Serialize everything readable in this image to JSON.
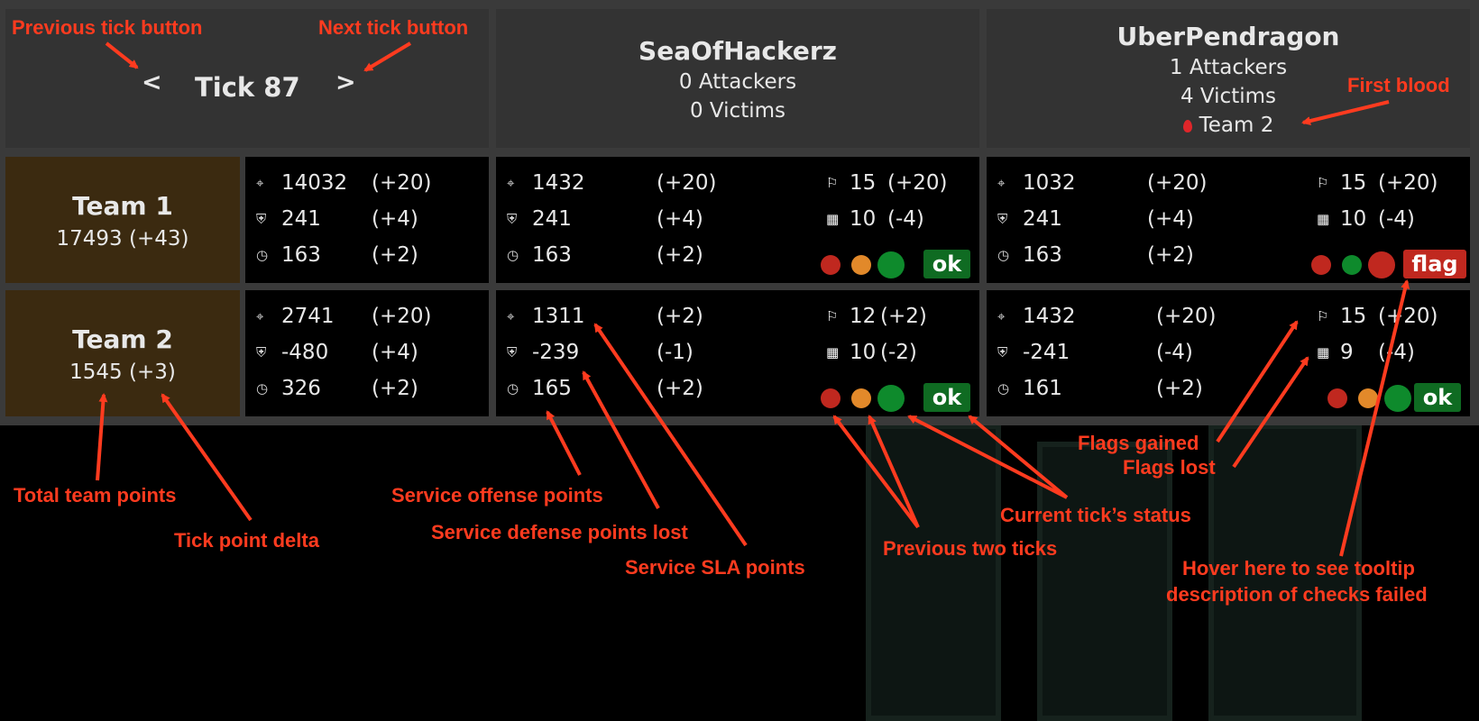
{
  "tick": {
    "prev_label": "<",
    "next_label": ">",
    "label": "Tick 87"
  },
  "services": [
    {
      "name": "SeaOfHackerz",
      "attackers": "0 Attackers",
      "victims": "0 Victims",
      "first_blood": ""
    },
    {
      "name": "UberPendragon",
      "attackers": "1 Attackers",
      "victims": "4 Victims",
      "first_blood": "Team 2"
    }
  ],
  "teams": [
    {
      "name": "Team 1",
      "score": "17493 (+43)",
      "totals": {
        "offense": "14032",
        "offense_delta": "(+20)",
        "defense": "241",
        "defense_delta": "(+4)",
        "sla": "163",
        "sla_delta": "(+2)"
      },
      "services": [
        {
          "offense": "1432",
          "offense_delta": "(+20)",
          "defense": "241",
          "defense_delta": "(+4)",
          "sla": "163",
          "sla_delta": "(+2)",
          "flags_gained": "15",
          "flags_gained_delta": "(+20)",
          "flags_lost": "10",
          "flags_lost_delta": "(-4)",
          "prev_ticks": [
            "red",
            "orange"
          ],
          "current": "green",
          "status": "ok"
        },
        {
          "offense": "1032",
          "offense_delta": "(+20)",
          "defense": "241",
          "defense_delta": "(+4)",
          "sla": "163",
          "sla_delta": "(+2)",
          "flags_gained": "15",
          "flags_gained_delta": "(+20)",
          "flags_lost": "10",
          "flags_lost_delta": "(-4)",
          "prev_ticks": [
            "red",
            "green"
          ],
          "current": "red",
          "status": "flag"
        }
      ]
    },
    {
      "name": "Team 2",
      "score": "1545 (+3)",
      "totals": {
        "offense": "2741",
        "offense_delta": "(+20)",
        "defense": "-480",
        "defense_delta": "(+4)",
        "sla": "326",
        "sla_delta": "(+2)"
      },
      "services": [
        {
          "offense": "1311",
          "offense_delta": "(+2)",
          "defense": "-239",
          "defense_delta": "(-1)",
          "sla": "165",
          "sla_delta": "(+2)",
          "flags_gained": "12",
          "flags_gained_delta": "(+2)",
          "flags_lost": "10",
          "flags_lost_delta": "(-2)",
          "prev_ticks": [
            "red",
            "orange"
          ],
          "current": "green",
          "status": "ok"
        },
        {
          "offense": "1432",
          "offense_delta": "(+20)",
          "defense": "-241",
          "defense_delta": "(-4)",
          "sla": "161",
          "sla_delta": "(+2)",
          "flags_gained": "15",
          "flags_gained_delta": "(+20)",
          "flags_lost": "9",
          "flags_lost_delta": "(-4)",
          "prev_ticks": [
            "red",
            "orange"
          ],
          "current": "green",
          "status": "ok"
        }
      ]
    }
  ],
  "icons": {
    "offense": "crosshair-icon",
    "defense": "shield-icon",
    "sla": "clock-icon",
    "flags_gained": "white-flag-icon",
    "flags_lost": "checkered-flag-icon",
    "first_blood": "blood-drop-icon"
  },
  "colors": {
    "red": "#c0281f",
    "orange": "#e2892a",
    "green": "#0e8a2c",
    "ok_badge": "#0f6b22",
    "flag_badge": "#c0281f",
    "annotation": "#ff3b1f",
    "team_bg": "#3b2a10"
  },
  "annotations": {
    "prev_tick": "Previous tick button",
    "next_tick": "Next tick button",
    "first_blood": "First blood",
    "total_points": "Total team points",
    "tick_delta": "Tick point delta",
    "offense": "Service offense points",
    "defense": "Service defense points lost",
    "sla": "Service SLA points",
    "prev_two": "Previous two ticks",
    "current_status": "Current tick’s status",
    "flags_gained": "Flags gained",
    "flags_lost": "Flags lost",
    "hover_1": "Hover here to see tooltip",
    "hover_2": "description of checks failed"
  }
}
